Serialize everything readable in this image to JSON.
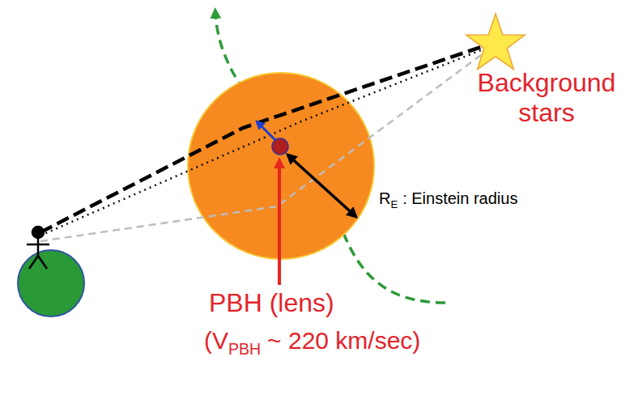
{
  "diagram": {
    "labels": [
      "Background stars",
      "R",
      "E",
      ": Einstein radius",
      "PBH (lens)",
      "(V",
      "PBH",
      "~ 220 km/sec)"
    ]
  }
}
